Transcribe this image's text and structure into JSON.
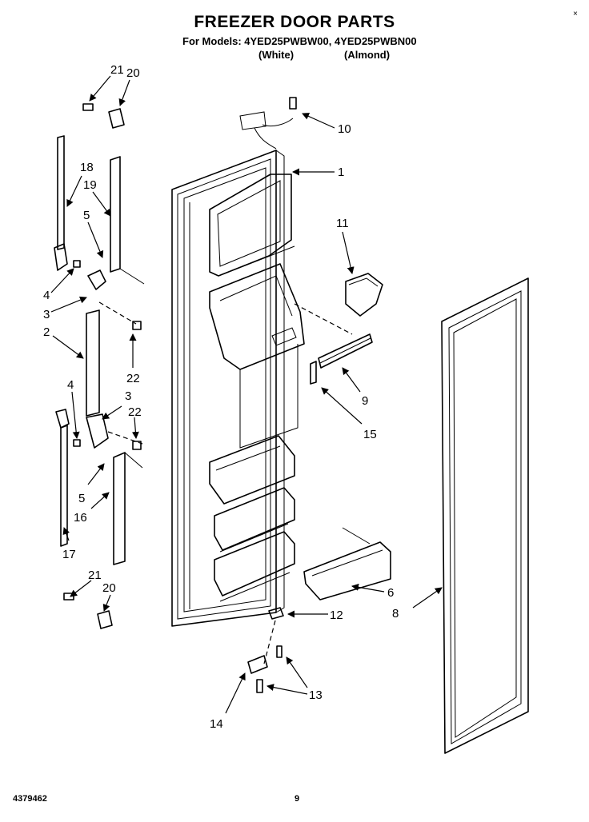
{
  "header": {
    "title": "FREEZER DOOR PARTS",
    "models": "For Models: 4YED25PWBW00, 4YED25PWBN00",
    "finish_white": "(White)",
    "finish_almond": "(Almond)"
  },
  "footer": {
    "document_number": "4379462",
    "page_number": "9",
    "corner_mark": "×"
  },
  "callouts": {
    "c1": "1",
    "c2": "2",
    "c3a": "3",
    "c3b": "3",
    "c4a": "4",
    "c4b": "4",
    "c5a": "5",
    "c5b": "5",
    "c6": "6",
    "c8": "8",
    "c9": "9",
    "c10": "10",
    "c11": "11",
    "c12": "12",
    "c13": "13",
    "c14": "14",
    "c15": "15",
    "c16": "16",
    "c17": "17",
    "c18": "18",
    "c19": "19",
    "c20a": "20",
    "c20b": "20",
    "c21a": "21",
    "c21b": "21",
    "c22a": "22",
    "c22b": "22"
  }
}
